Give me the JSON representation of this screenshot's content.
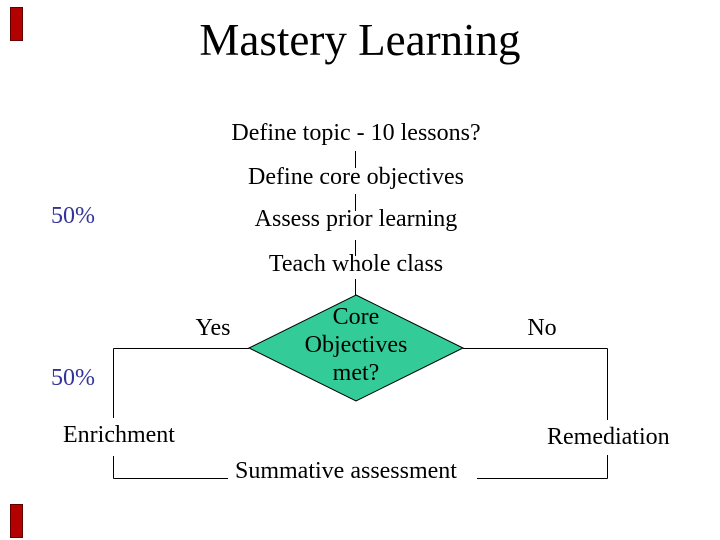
{
  "slide": {
    "title": "Mastery Learning",
    "flow_steps": [
      "Define topic - 10 lessons?",
      "Define core objectives",
      "Assess prior learning",
      "Teach whole class"
    ],
    "decision": {
      "line1": "Core",
      "line2": "Objectives",
      "line3": "met?"
    },
    "branch_yes": "Yes",
    "branch_no": "No",
    "percent_top": "50%",
    "percent_bottom": "50%",
    "enrichment": "Enrichment",
    "remediation": "Remediation",
    "summative": "Summative assessment"
  },
  "colors": {
    "diamond_fill": "#33CC99",
    "percent_label": "#333399",
    "accent_bar": "#B30000",
    "line": "#000000",
    "background": "#FFFFFF"
  }
}
